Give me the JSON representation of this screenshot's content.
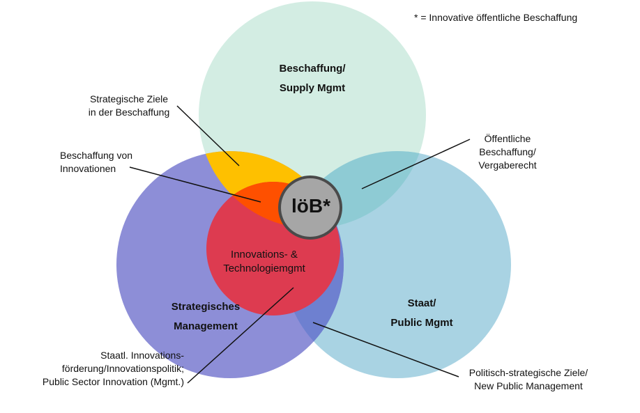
{
  "footnote": "* = Innovative öffentliche Beschaffung",
  "center": {
    "label": "löB*"
  },
  "circles": {
    "procurement": {
      "line1": "Beschaffung/",
      "line2": "Supply Mgmt",
      "color": "#d3ede3"
    },
    "state": {
      "line1": "Staat/",
      "line2": "Public Mgmt",
      "color": "#a9d3e3"
    },
    "strategic": {
      "line1": "Strategisches",
      "line2": "Management",
      "color": "#8d8ed7"
    },
    "innovation": {
      "line1": "Innovations- &",
      "line2": "Technologiemgmt",
      "color": "#dd3b50"
    }
  },
  "annotations": {
    "strategic_goals": {
      "line1": "Strategische Ziele",
      "line2": "in der Beschaffung"
    },
    "procurement_of_innovations": {
      "line1": "Beschaffung von",
      "line2": "Innovationen"
    },
    "public_procurement": {
      "line1": "Öffentliche",
      "line2": "Beschaffung/",
      "line3": "Vergaberecht"
    },
    "innovation_policy": {
      "line1": "Staatl. Innovations-",
      "line2": "förderung/Innovationspolitik;",
      "line3": "Public Sector Innovation (Mgmt.)"
    },
    "political_goals": {
      "line1": "Politisch-strategische Ziele/",
      "line2": "New Public Management"
    }
  },
  "overlap_colors": {
    "yellow": "#fec000",
    "orange": "#fe5000",
    "teal": "#8ecbd4",
    "blue": "#6e80d0",
    "center_fill": "#a6a6a6"
  }
}
